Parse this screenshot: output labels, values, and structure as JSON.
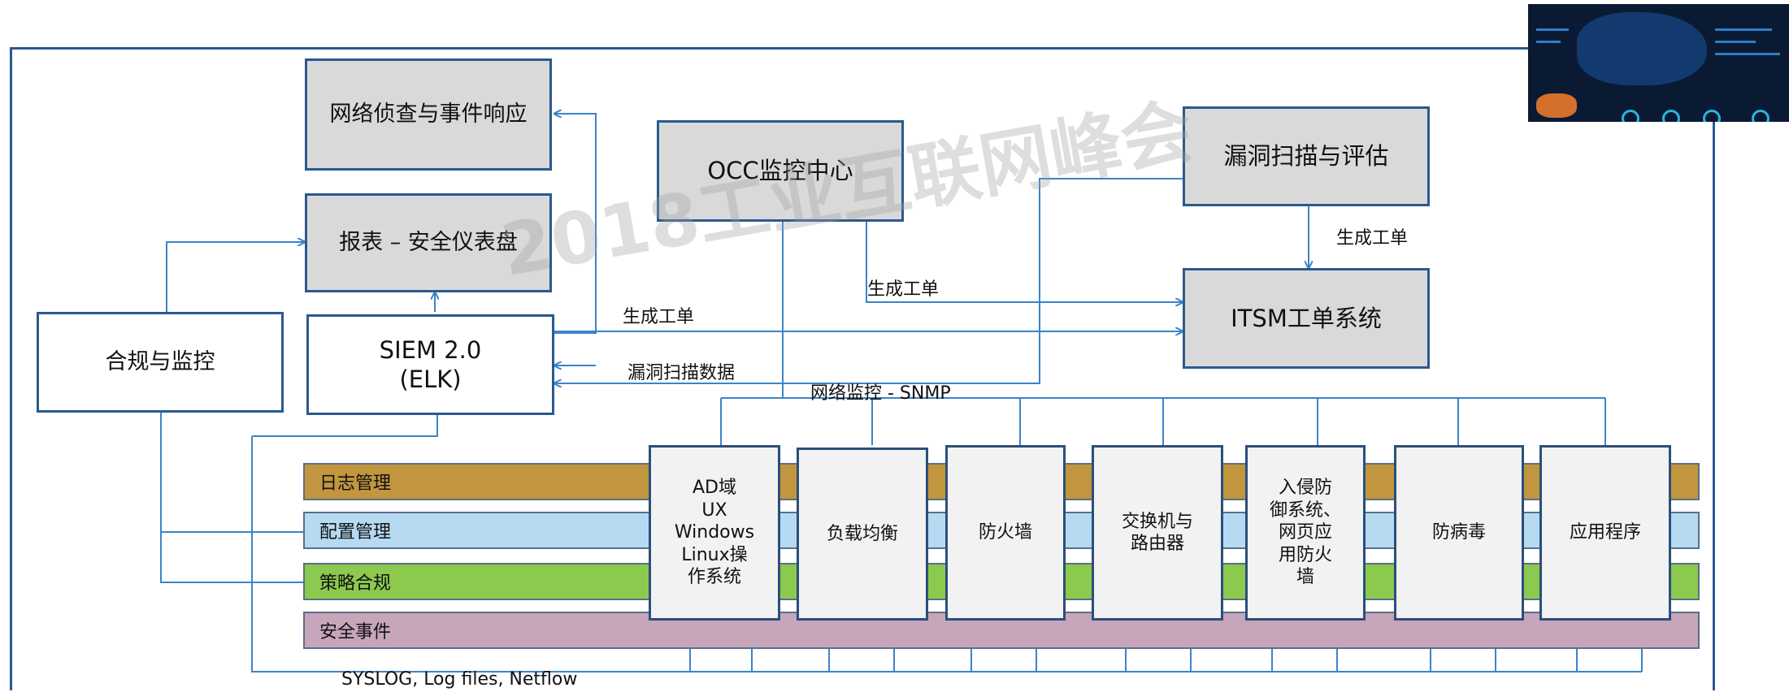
{
  "diagram": {
    "nodes": {
      "investigation": "网络侦查与事件响应",
      "report": "报表 – 安全仪表盘",
      "compliance": "合规与监控",
      "siem": "SIEM 2.0\n(ELK)",
      "occ": "OCC监控中心",
      "vuln_scan": "漏洞扫描与评估",
      "itsm": "ITSM工单系统"
    },
    "devices": [
      "AD域\nUX\nWindows\nLinux操\n作系统",
      "负载均衡",
      "防火墙",
      "交换机与\n路由器",
      "入侵防\n御系统、\n网页应\n用防火\n墙",
      "防病毒",
      "应用程序"
    ],
    "bands": [
      {
        "label": "日志管理",
        "color": "#c1963e"
      },
      {
        "label": "配置管理",
        "color": "#b5daf2"
      },
      {
        "label": "策略合规",
        "color": "#8cc94f"
      },
      {
        "label": "安全事件",
        "color": "#c7a5bb"
      }
    ],
    "edge_labels": {
      "ticket_from_siem": "生成工单",
      "vuln_data": "漏洞扫描数据",
      "ticket_from_occ": "生成工单",
      "ticket_from_vuln": "生成工单",
      "snmp": "网络监控 - SNMP",
      "syslog": "SYSLOG, Log files, Netflow"
    },
    "watermark": "2018工业互联网峰会"
  },
  "colors": {
    "frame": "#2a5a90",
    "connector": "#3b84c9",
    "box_grey": "#d9d9d9",
    "device_fill": "#f2f2f2"
  }
}
